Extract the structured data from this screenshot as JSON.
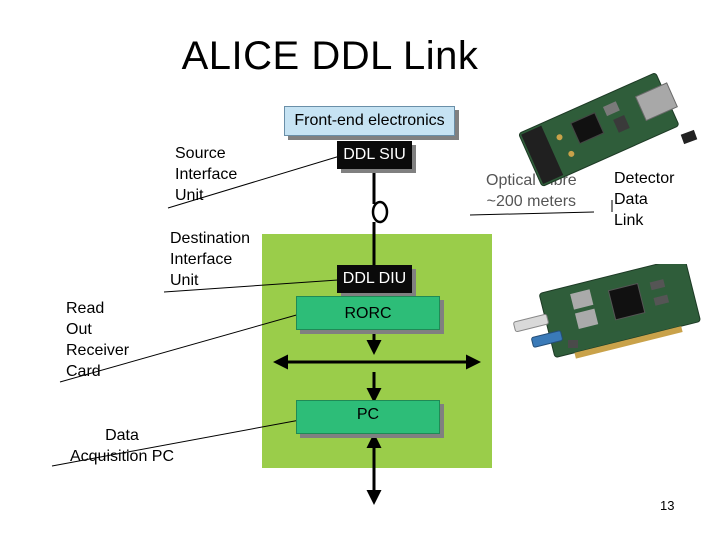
{
  "slide": {
    "title": "ALICE DDL Link",
    "page_number": "13"
  },
  "blocks": {
    "front_end": "Front-end electronics",
    "siu": "DDL SIU",
    "diu": "DDL DIU",
    "rorc": "RORC",
    "pc": "PC"
  },
  "labels": {
    "siu_label": [
      "Source",
      "Interface",
      "Unit"
    ],
    "diu_label": [
      "Destination",
      "Interface",
      "Unit"
    ],
    "rorc_label": [
      "Read",
      "Out",
      "Receiver",
      "Card"
    ],
    "pc_label": [
      "Data",
      "Acquisition PC"
    ],
    "fibre_label": [
      "Optical Fibre",
      "~200 meters"
    ],
    "ddl_label": [
      "Detector",
      "Data",
      "Link"
    ]
  },
  "colors": {
    "panel_green": "#9acd4a",
    "front_end_blue": "#c6e3f3",
    "block_black": "#0a0a0a",
    "block_teal": "#2dbd78"
  },
  "images": {
    "siu_card": "siu-card-photo",
    "rorc_card": "rorc-card-photo"
  }
}
